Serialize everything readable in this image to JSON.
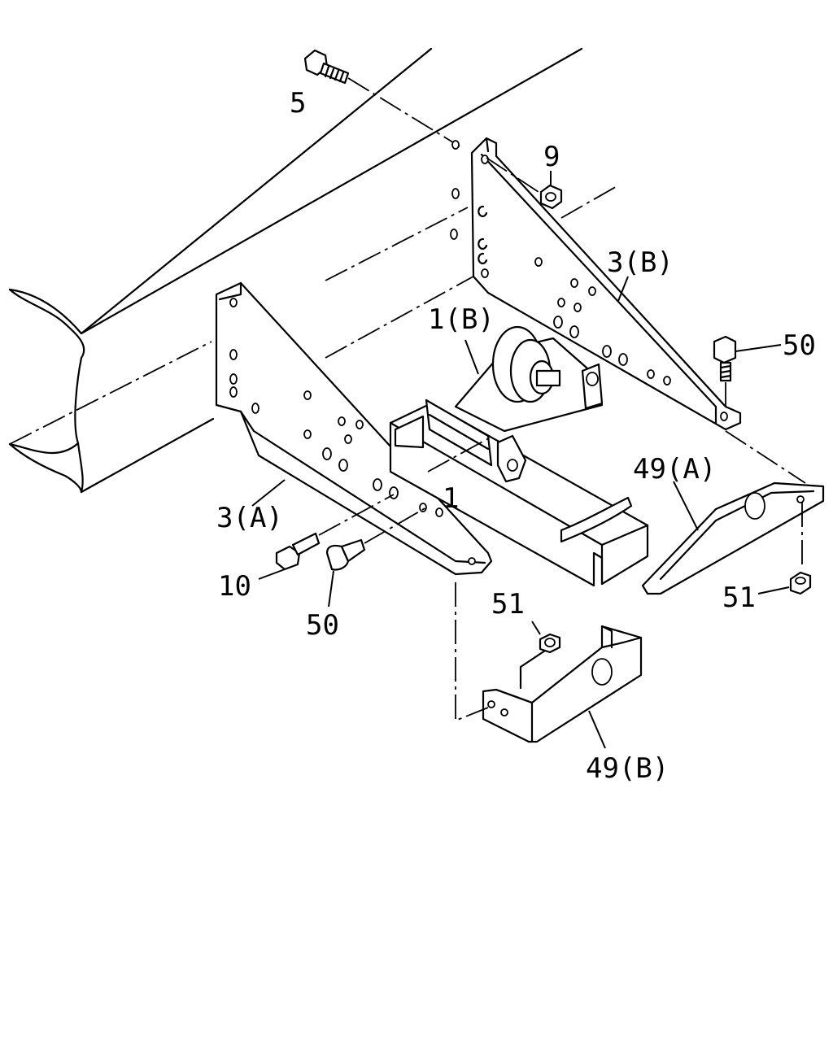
{
  "labels": {
    "bolt_5": "5",
    "nut_9": "9",
    "bracket_3b": "3(B)",
    "bolt_50_right": "50",
    "mount_1b": "1(B)",
    "mount_1": "1",
    "bracket_3a": "3(A)",
    "bolt_10": "10",
    "bolt_50_left": "50",
    "cover_49a": "49(A)",
    "nut_51_right": "51",
    "nut_51_bottom": "51",
    "cover_49b": "49(B)"
  }
}
